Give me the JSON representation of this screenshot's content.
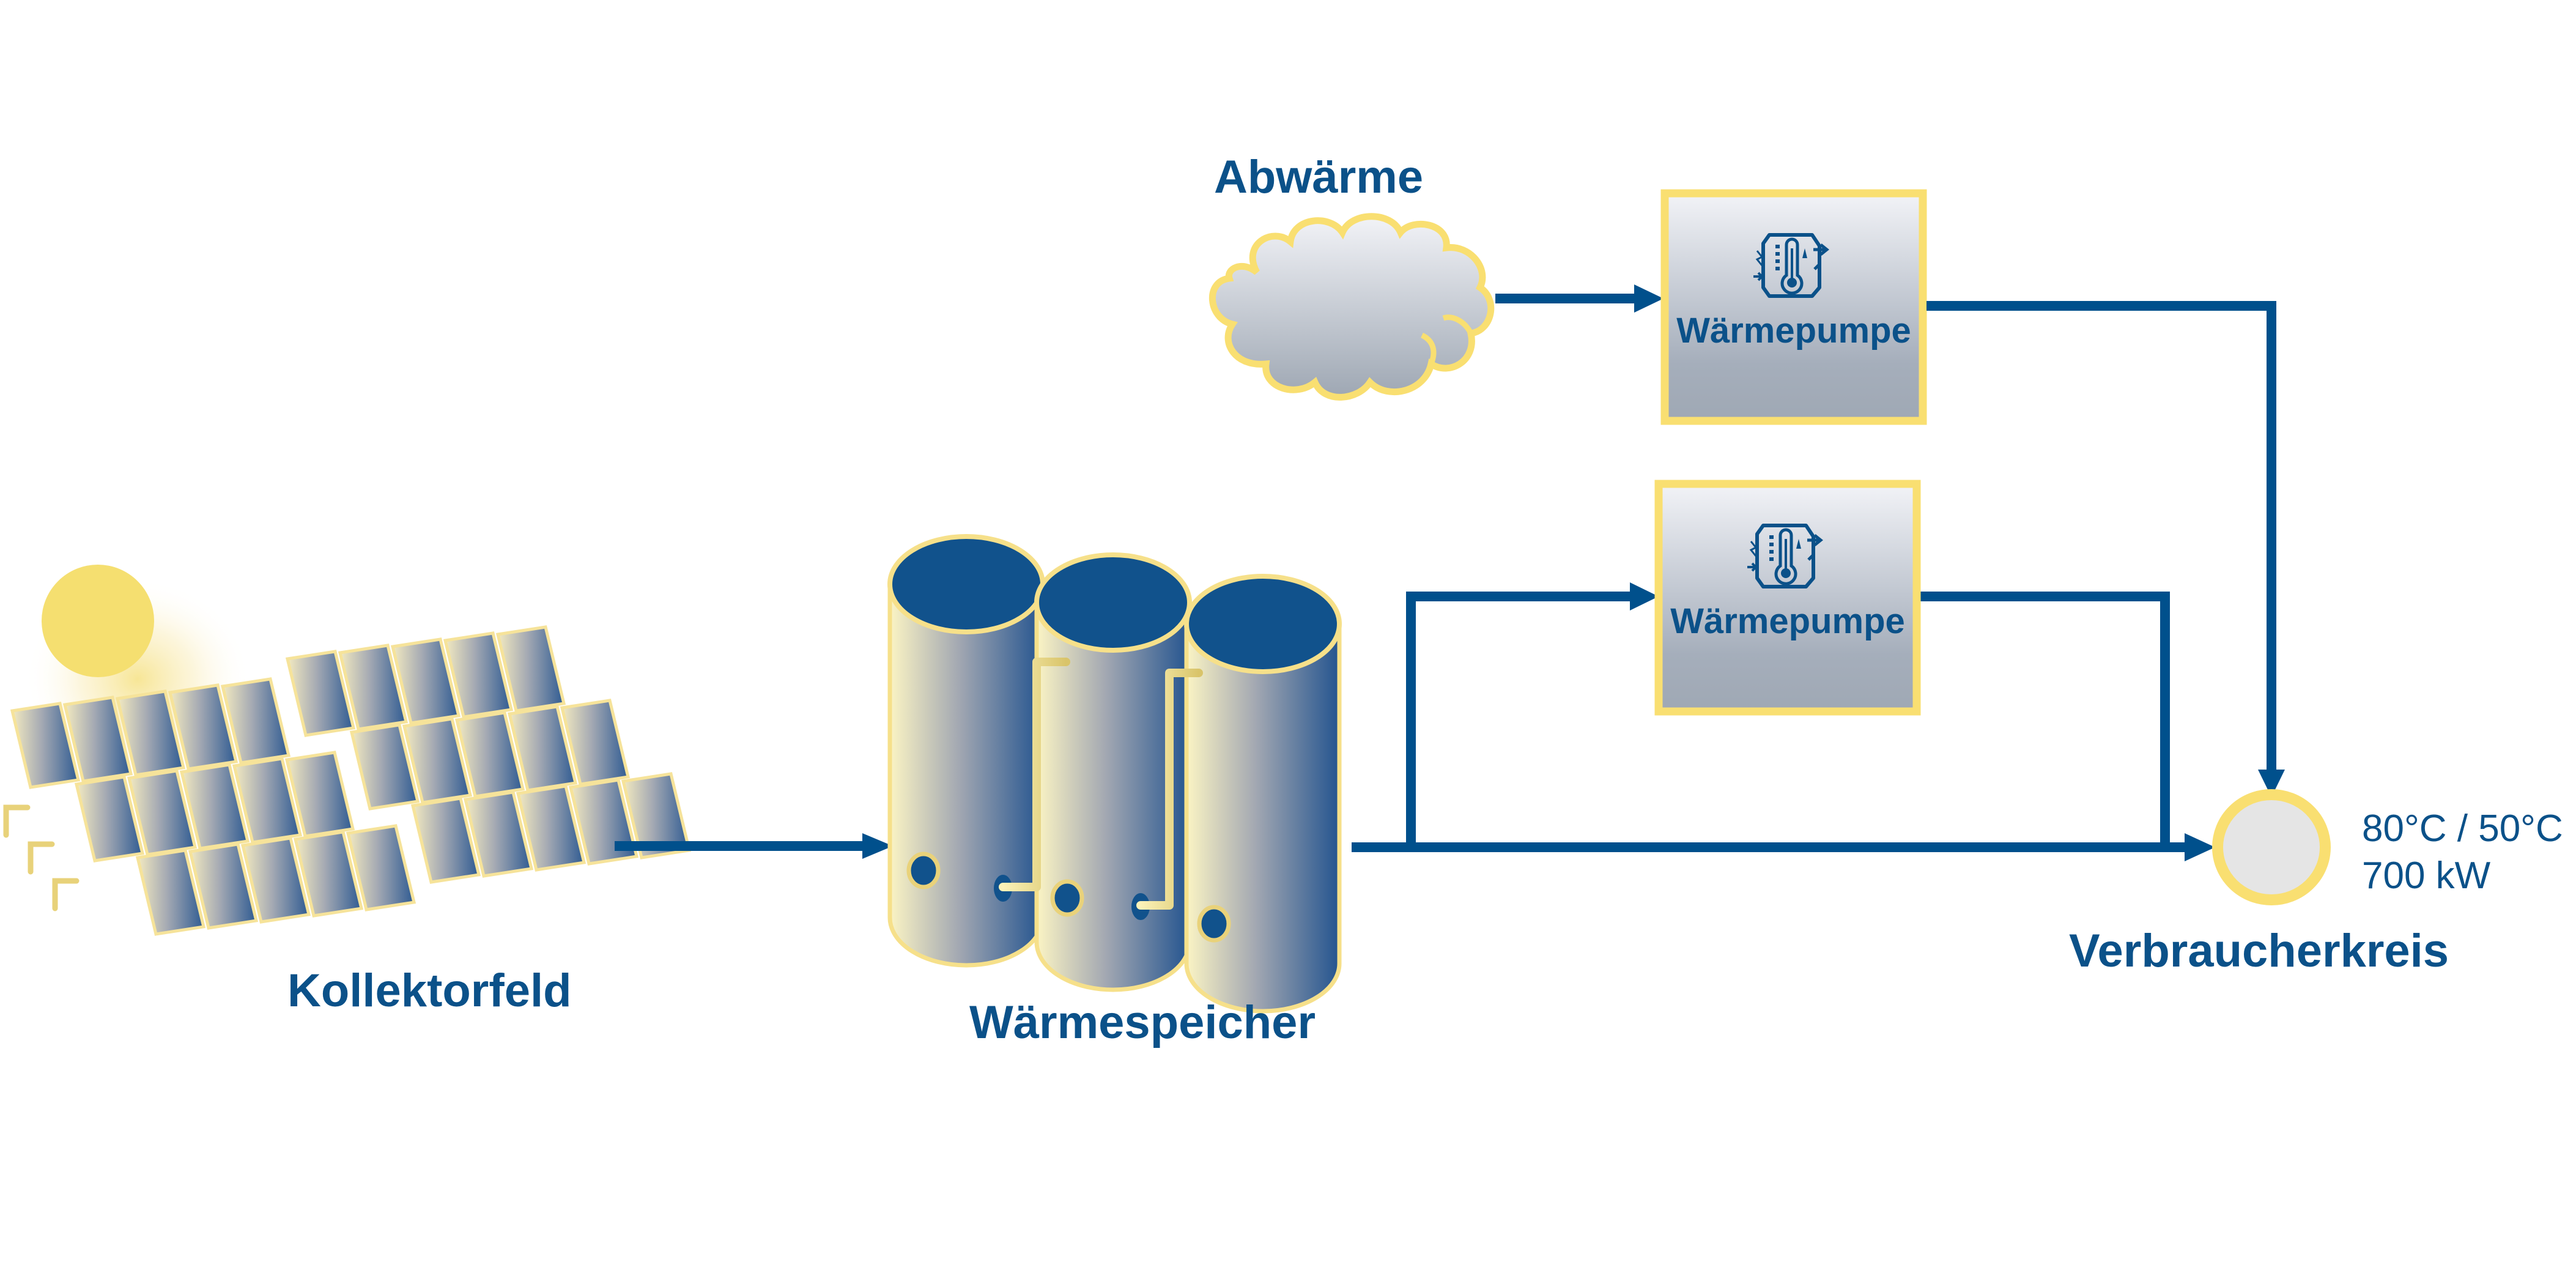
{
  "diagram": {
    "title": "Solarthermie-Anlage mit Wärmespeicher und Wärmepumpen",
    "colors": {
      "pipe": "#00508c",
      "text": "#0b5189",
      "outline_yellow": "#f9df71",
      "tank_top": "#11528c",
      "box_gradient_top": "#f2f3f7",
      "box_gradient_bottom": "#9fa8b4",
      "consumer_fill": "#e5e5e5",
      "sun": "#f5df70"
    },
    "nodes": {
      "sun": {
        "icon": "sun-icon"
      },
      "collector_field": {
        "label": "Kollektorfeld",
        "icon": "solar-collector-icon",
        "panel_count": 30
      },
      "storage": {
        "label": "Wärmespeicher",
        "icon": "storage-tank-icon",
        "tank_count": 3
      },
      "waste_heat": {
        "label": "Abwärme",
        "icon": "cloud-icon"
      },
      "heat_pump_1": {
        "label": "Wärmepumpe",
        "icon": "heat-pump-thermometer-icon"
      },
      "heat_pump_2": {
        "label": "Wärmepumpe",
        "icon": "heat-pump-thermometer-icon"
      },
      "consumer": {
        "label": "Verbraucherkreis",
        "temperature": "80°C / 50°C",
        "power": "700 kW"
      }
    },
    "edges": [
      {
        "from": "collector_field",
        "to": "storage"
      },
      {
        "from": "storage",
        "to": "consumer"
      },
      {
        "from": "storage",
        "to": "heat_pump_2"
      },
      {
        "from": "heat_pump_2",
        "to": "consumer"
      },
      {
        "from": "waste_heat",
        "to": "heat_pump_1"
      },
      {
        "from": "heat_pump_1",
        "to": "consumer"
      }
    ]
  }
}
